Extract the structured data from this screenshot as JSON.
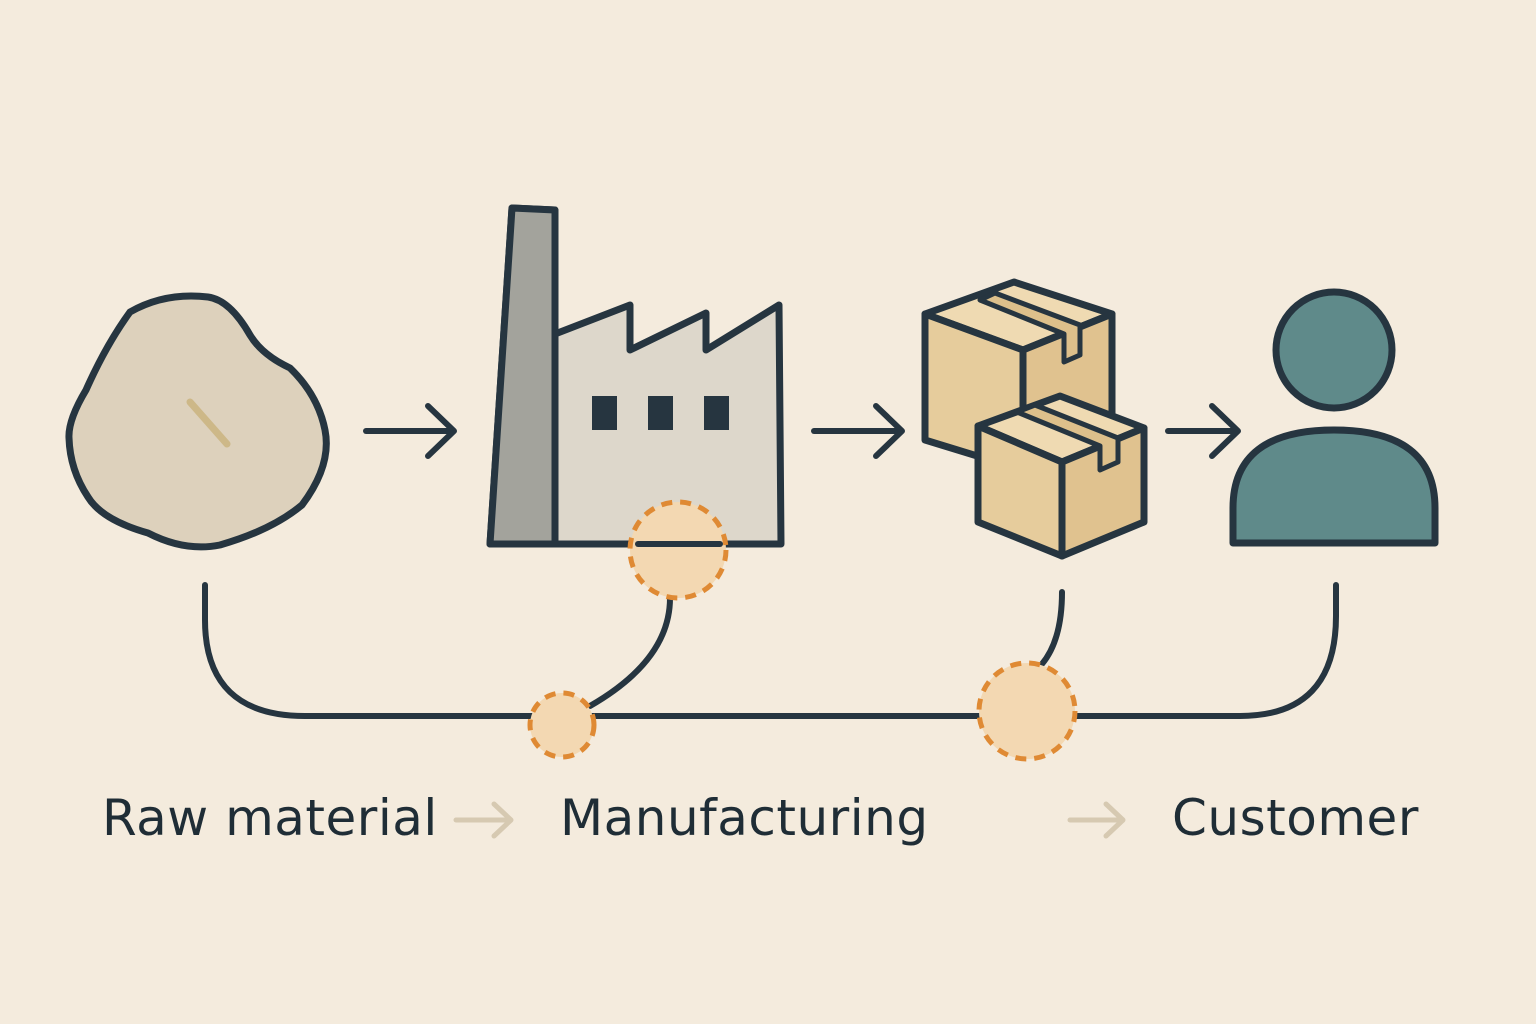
{
  "labels": {
    "raw_material": "Raw material",
    "manufacturing": "Manufacturing",
    "customer": "Customer"
  },
  "icons": [
    "rock-icon",
    "factory-icon",
    "boxes-icon",
    "person-icon"
  ],
  "colors": {
    "background": "#f4ebdd",
    "stroke": "#263540",
    "rock_fill": "#ddd1bc",
    "factory_fill": "#ddd7cb",
    "chimney_fill": "#a3a39c",
    "box_fill": "#e6cc9c",
    "person_fill": "#5f8a8a",
    "node_fill": "#f3d8b2",
    "node_stroke": "#df8a34",
    "faded_arrow": "#d6c9b1"
  }
}
